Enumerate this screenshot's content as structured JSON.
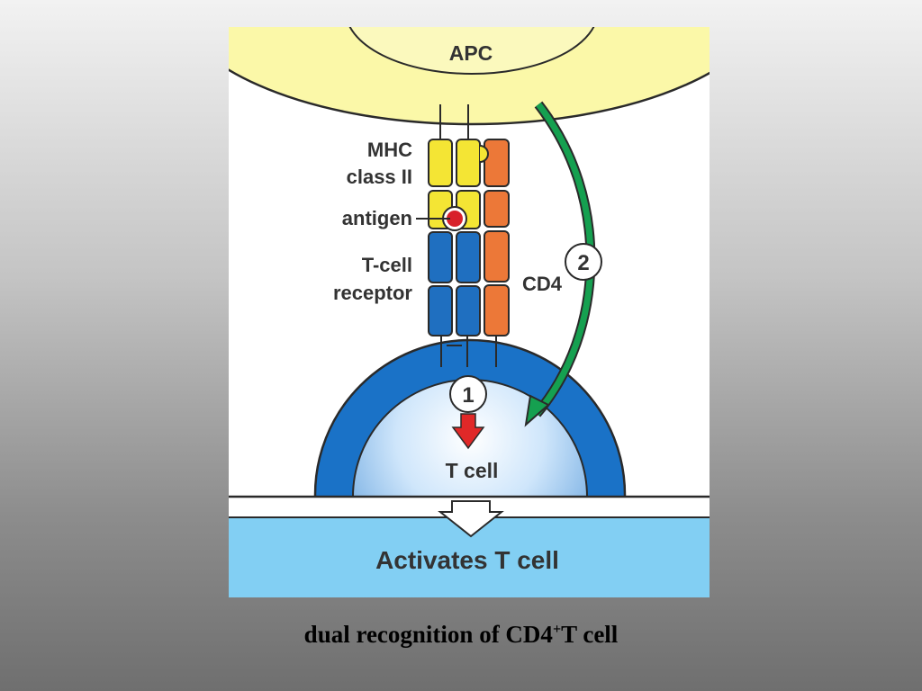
{
  "diagram": {
    "apc_label": "APC",
    "mhc_label_line1": "MHC",
    "mhc_label_line2": "class II",
    "antigen_label": "antigen",
    "tcr_label_line1": "T-cell",
    "tcr_label_line2": "receptor",
    "cd4_label": "CD4",
    "step1_number": "1",
    "step2_number": "2",
    "tcell_label": "T cell",
    "result_label": "Activates T cell",
    "colors": {
      "apc": "#fbf8a8",
      "mhc": "#f4e534",
      "tcr": "#1f6fc0",
      "cd4": "#ec7838",
      "antigen": "#d8202a",
      "tcell_outer": "#1a72c7",
      "result_band": "#82cff3",
      "signal_arrow": "#15a050",
      "step1_arrow": "#e02828"
    }
  },
  "caption": {
    "text_main": "dual recognition of CD4",
    "superscript": "+",
    "text_end": "T cell"
  }
}
